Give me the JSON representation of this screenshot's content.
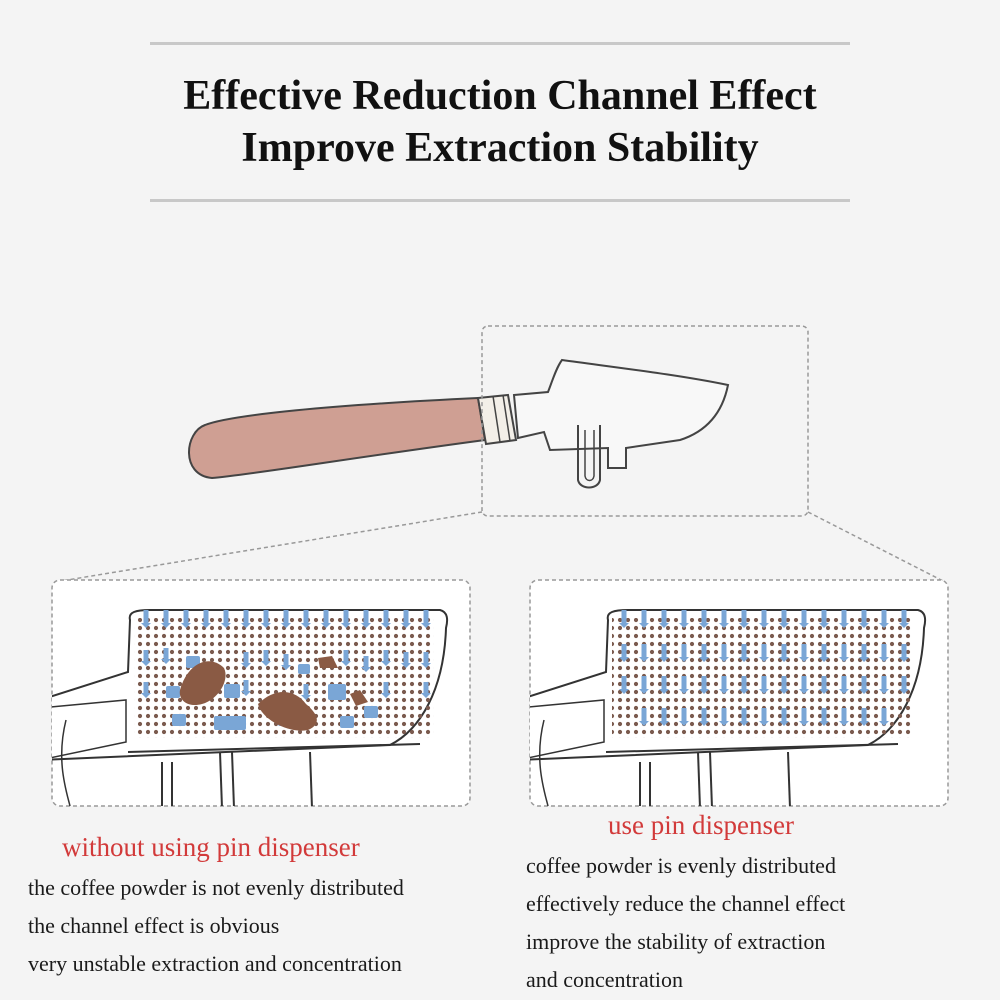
{
  "header": {
    "title_line1": "Effective Reduction Channel Effect",
    "title_line2": "Improve Extraction Stability"
  },
  "panels": {
    "left": {
      "caption": "without using pin dispenser",
      "lines": [
        "the coffee powder is not evenly distributed",
        "the channel effect is obvious",
        "very unstable extraction and concentration"
      ]
    },
    "right": {
      "caption": "use  pin  dispenser",
      "lines": [
        "coffee powder is evenly distributed",
        "effectively reduce the channel effect",
        "improve the stability of extraction",
        "and concentration"
      ]
    }
  },
  "colors": {
    "caption": "#d23a3a",
    "handle": "#cf9f93",
    "arrow": "#7aa6d6",
    "coffee_dot": "#7a5a4e",
    "clump": "#8a5a44"
  }
}
